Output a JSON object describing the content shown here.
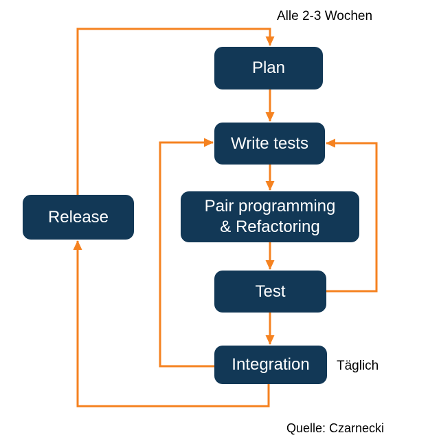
{
  "diagram": {
    "type": "flowchart",
    "annotations": {
      "cycle": "Alle 2-3 Wochen",
      "daily": "Täglich",
      "source": "Quelle: Czarnecki"
    },
    "nodes": {
      "plan": {
        "label": "Plan"
      },
      "write_tests": {
        "label": "Write tests"
      },
      "pair_programming": {
        "label": "Pair programming\n& Refactoring"
      },
      "test": {
        "label": "Test"
      },
      "integration": {
        "label": "Integration"
      },
      "release": {
        "label": "Release"
      }
    },
    "edges": [
      {
        "from": "release",
        "to": "plan"
      },
      {
        "from": "plan",
        "to": "write_tests"
      },
      {
        "from": "write_tests",
        "to": "pair_programming"
      },
      {
        "from": "pair_programming",
        "to": "test"
      },
      {
        "from": "test",
        "to": "integration"
      },
      {
        "from": "test",
        "to": "write_tests"
      },
      {
        "from": "integration",
        "to": "write_tests"
      },
      {
        "from": "integration",
        "to": "release"
      }
    ],
    "colors": {
      "node_fill": "#123856",
      "node_text": "#ffffff",
      "arrow": "#F58220",
      "annotation_text": "#000000",
      "background": "#ffffff"
    }
  }
}
